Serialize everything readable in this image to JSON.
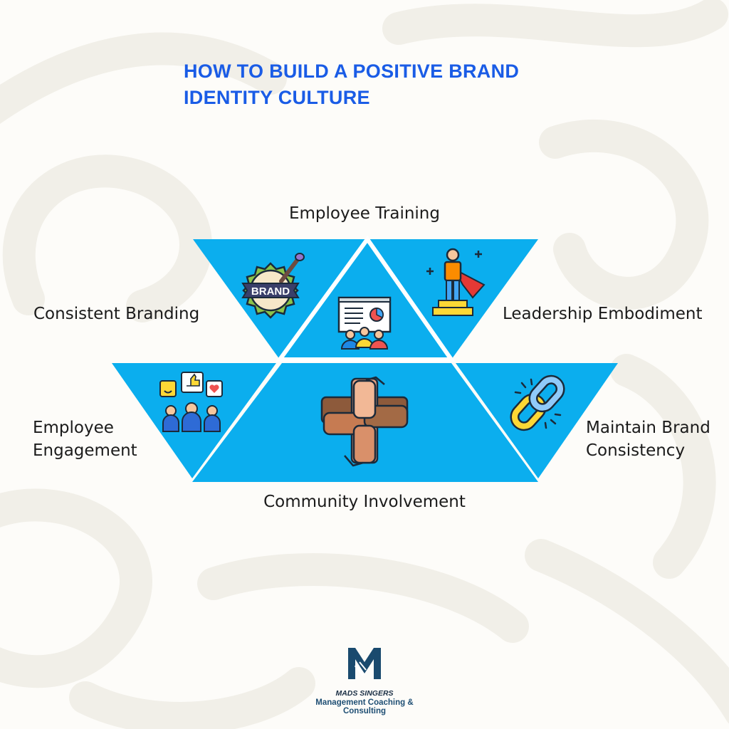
{
  "title": {
    "line1": "HOW TO BUILD A POSITIVE BRAND",
    "line2": "IDENTITY CULTURE"
  },
  "labels": {
    "top": "Employee Training",
    "upper_left": "Consistent Branding",
    "upper_right": "Leadership Embodiment",
    "lower_left": [
      "Employee",
      "Engagement"
    ],
    "lower_right": [
      "Maintain Brand",
      "Consistency"
    ],
    "bottom": "Community Involvement"
  },
  "icons": {
    "upper_left": "brand-badge-icon",
    "center_top": "presentation-board-icon",
    "upper_right": "hero-on-podium-icon",
    "lower_left": "feedback-people-icon",
    "center_bottom": "joined-hands-icon",
    "lower_right": "chain-link-icon",
    "brand_badge_text": "BRAND"
  },
  "logo": {
    "name": "MADS SINGERS",
    "tagline": "Management Coaching & Consulting"
  },
  "colors": {
    "title": "#1a5ce6",
    "triangle_fill": "#0baeee",
    "triangle_stroke": "#ffffff",
    "label": "#1b1b1b",
    "logo": "#1a4a6e"
  }
}
